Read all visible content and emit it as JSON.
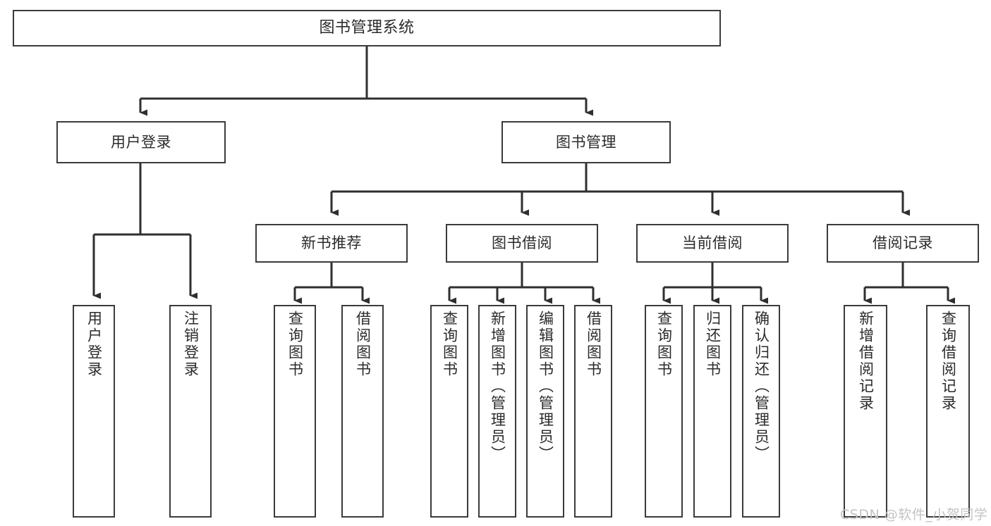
{
  "diagram": {
    "title": "图书管理系统",
    "type": "tree-hierarchy-chart",
    "watermark": "CSDN @软件_小贺同学",
    "colors": {
      "box_border": "#3b3b3b",
      "box_fill": "#ffffff",
      "connector": "#2f2f2f",
      "text": "#2b2b2b",
      "watermark": "#c3c3c3",
      "background": "#ffffff"
    },
    "root": {
      "label": "图书管理系统"
    },
    "level2": [
      {
        "label": "用户登录"
      },
      {
        "label": "图书管理"
      }
    ],
    "level3": [
      {
        "label": "新书推荐"
      },
      {
        "label": "图书借阅"
      },
      {
        "label": "当前借阅"
      },
      {
        "label": "借阅记录"
      }
    ],
    "leaves": {
      "user_login": [
        {
          "label": "用户登录"
        },
        {
          "label": "注销登录"
        }
      ],
      "new_book_recommend": [
        {
          "label": "查询图书"
        },
        {
          "label": "借阅图书"
        }
      ],
      "book_borrow": [
        {
          "label": "查询图书"
        },
        {
          "label": "新增图书（管理员）"
        },
        {
          "label": "编辑图书（管理员）"
        },
        {
          "label": "借阅图书"
        }
      ],
      "current_borrow": [
        {
          "label": "查询图书"
        },
        {
          "label": "归还图书"
        },
        {
          "label": "确认归还（管理员）"
        }
      ],
      "borrow_record": [
        {
          "label": "新增借阅记录"
        },
        {
          "label": "查询借阅记录"
        }
      ]
    }
  }
}
